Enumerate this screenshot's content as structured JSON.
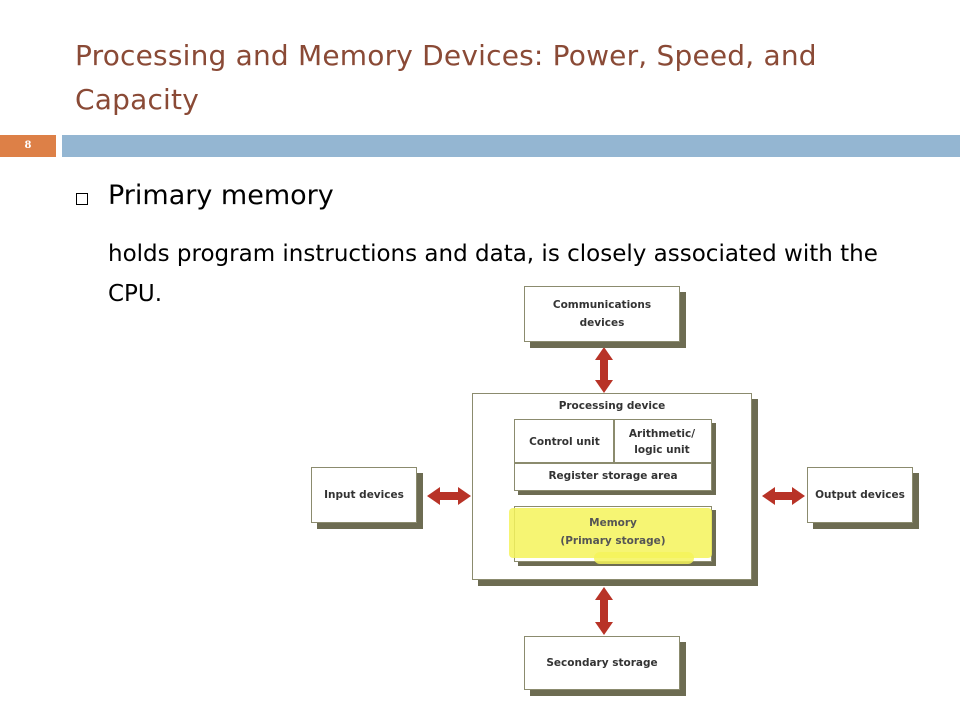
{
  "slide": {
    "title": "Processing and Memory Devices: Power, Speed, and Capacity",
    "number": "8",
    "heading": "Primary memory",
    "body": "holds program instructions and data, is closely associated with the CPU."
  },
  "diagram": {
    "communications": "Communications devices",
    "processing": "Processing device",
    "control_unit": "Control unit",
    "alu": "Arithmetic/ logic unit",
    "register": "Register storage area",
    "memory": "Memory",
    "memory_sub": "(Primary storage)",
    "input": "Input devices",
    "output": "Output devices",
    "secondary": "Secondary storage"
  },
  "colors": {
    "title": "#8a4a36",
    "slide_number_bg": "#dd8047",
    "rule": "#94b6d2",
    "arrow": "#b83327",
    "highlight": "#f4f35a",
    "box_shadow": "#6d6c52"
  }
}
